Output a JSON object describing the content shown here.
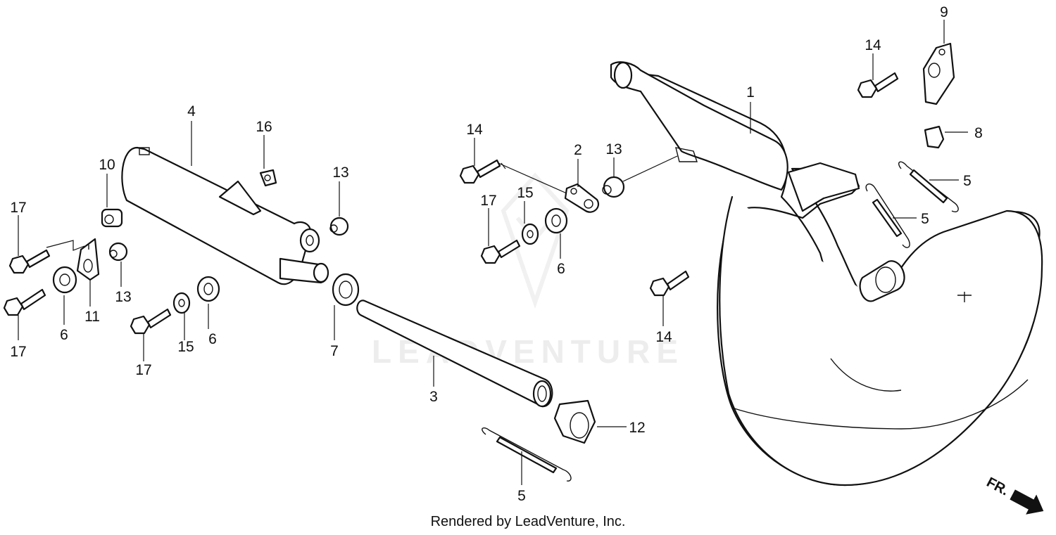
{
  "watermark": "LEADVENTURE",
  "footer": "Rendered by LeadVenture, Inc.",
  "direction_label": "FR.",
  "callouts": {
    "c1": "1",
    "c2": "2",
    "c3": "3",
    "c4": "4",
    "c5a": "5",
    "c5b": "5",
    "c5c": "5",
    "c6a": "6",
    "c6b": "6",
    "c6c": "6",
    "c7": "7",
    "c8": "8",
    "c9": "9",
    "c10": "10",
    "c11": "11",
    "c12": "12",
    "c13a": "13",
    "c13b": "13",
    "c13c": "13",
    "c14a": "14",
    "c14b": "14",
    "c14c": "14",
    "c15a": "15",
    "c15b": "15",
    "c16": "16",
    "c17a": "17",
    "c17b": "17",
    "c17c": "17",
    "c17d": "17"
  }
}
